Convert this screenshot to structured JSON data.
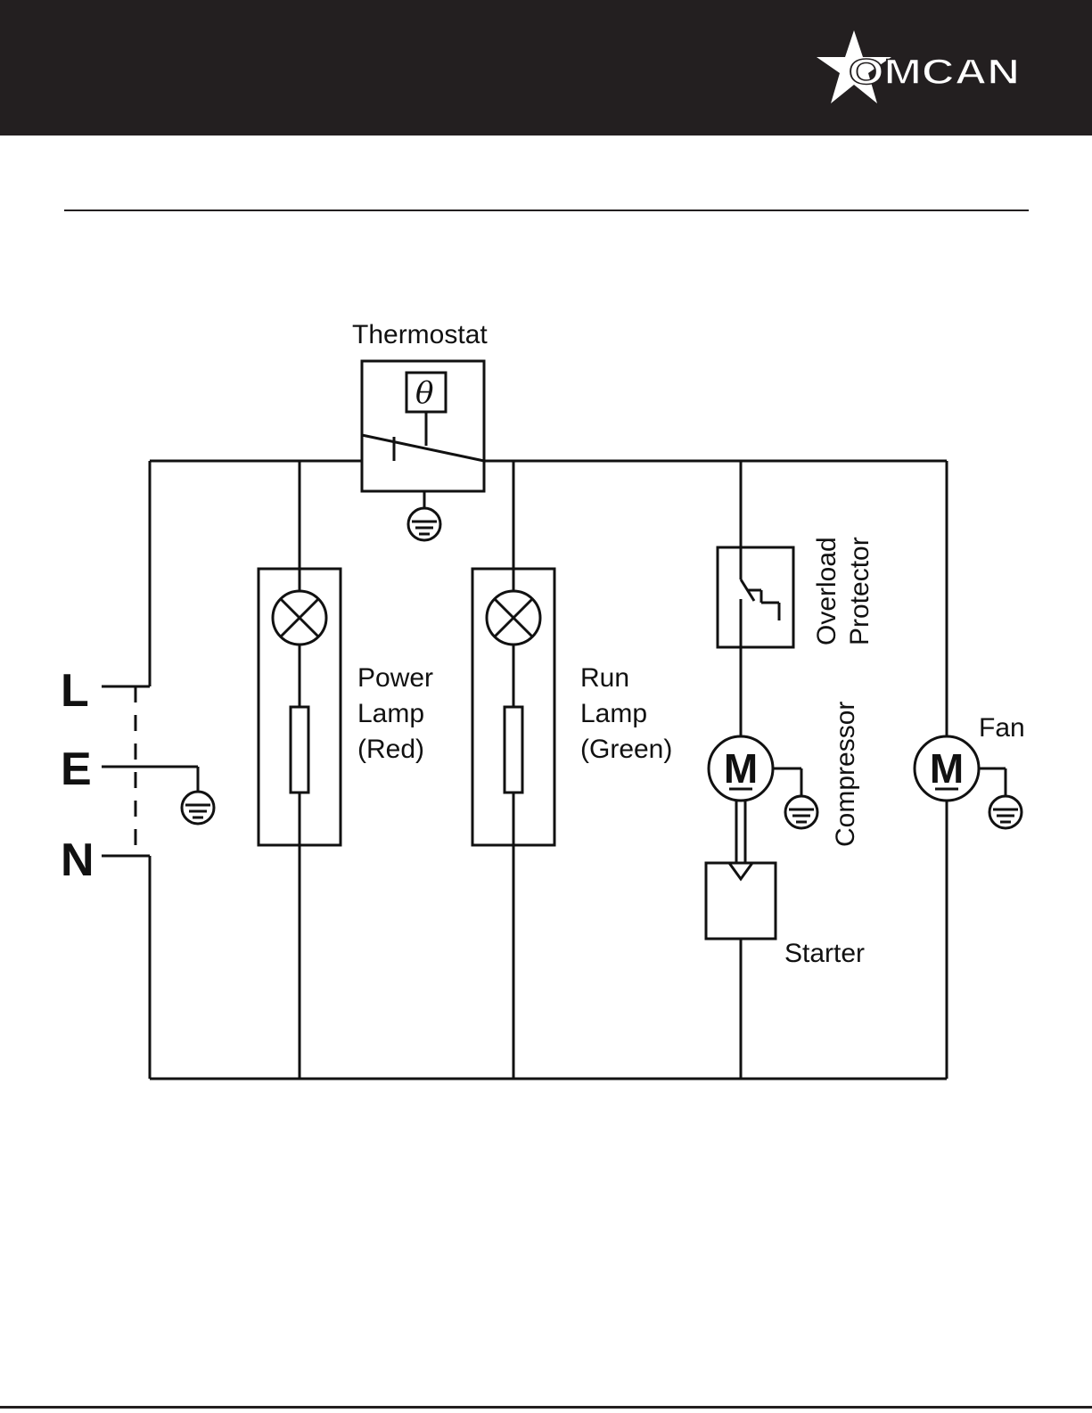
{
  "header": {
    "brand": "OMCAN",
    "colors": {
      "bar": "#231f20",
      "text": "#ffffff",
      "line": "#111111"
    }
  },
  "diagram": {
    "thermostat_label": "Thermostat",
    "thermostat_symbol": "θ",
    "terminals": {
      "line": "L",
      "earth": "E",
      "neutral": "N"
    },
    "power_lamp": {
      "line1": "Power",
      "line2": "Lamp",
      "line3": "(Red)"
    },
    "run_lamp": {
      "line1": "Run",
      "line2": "Lamp",
      "line3": "(Green)"
    },
    "overload_protector": {
      "line1": "Overload",
      "line2": "Protector"
    },
    "compressor_label": "Compressor",
    "compressor_motor_symbol": "M",
    "starter_label": "Starter",
    "fan_label": "Fan",
    "fan_motor_symbol": "M"
  }
}
